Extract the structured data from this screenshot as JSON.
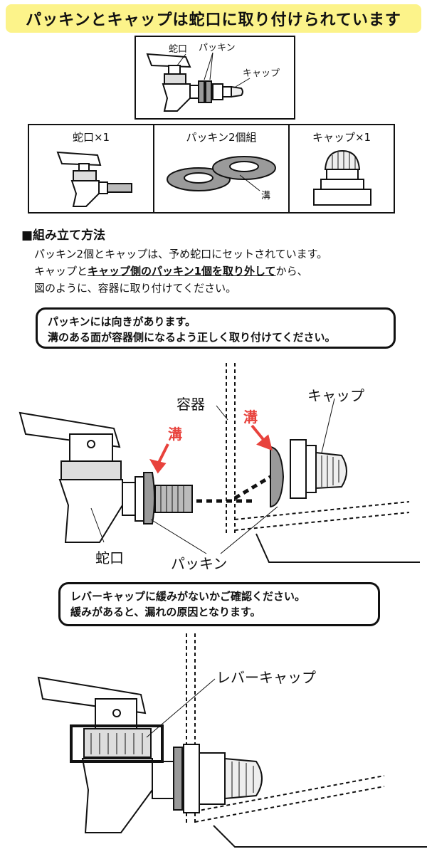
{
  "banner": {
    "title": "パッキンとキャップは蛇口に取り付けられています"
  },
  "assembly": {
    "labels": {
      "faucet": "蛇口",
      "packing": "パッキン",
      "cap": "キャップ"
    }
  },
  "parts": {
    "faucet": "蛇口×1",
    "packing": "パッキン2個組",
    "groove": "溝",
    "cap": "キャップ×1"
  },
  "instructions": {
    "title": "■組み立て方法",
    "line1": "パッキン2個とキャップは、予め蛇口にセットされています。",
    "line2_pre": "キャップと",
    "line2_bold": "キャップ側のパッキン1個を取り外して",
    "line2_post": "から、",
    "line3": "図のように、容器に取り付けてください。"
  },
  "notice1": {
    "line1": "パッキンには向きがあります。",
    "line2": "溝のある面が容器側になるよう正しく取り付けてください。"
  },
  "diagram1": {
    "container": "容器",
    "cap": "キャップ",
    "groove_left": "溝",
    "groove_right": "溝",
    "faucet": "蛇口",
    "packing": "パッキン"
  },
  "notice2": {
    "line1": "レバーキャップに緩みがないかご確認ください。",
    "line2": "緩みがあると、漏れの原因となります。"
  },
  "diagram2": {
    "lever_cap": "レバーキャップ"
  },
  "colors": {
    "banner": "#fcf38a",
    "accent_red": "#e8423c",
    "packing_gray": "#9a9a9a"
  }
}
